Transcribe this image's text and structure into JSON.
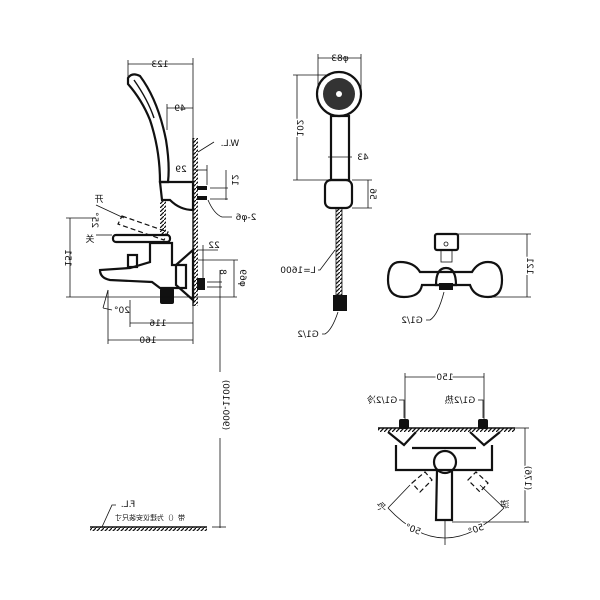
{
  "side_view": {
    "dim_overall_width": "123",
    "dim_head_offset": "49",
    "water_level": "W.L.",
    "dim_holder": "29",
    "dim_pin_spacing": "12",
    "pins": "2-φ6",
    "open_label": "开",
    "handle_angle": "25°",
    "close_label": "关",
    "dim_handle_height": "22",
    "dim_total_height": "151",
    "dim_small": "8",
    "dim_plate": "φ69",
    "spout_angle": "20°",
    "dim_spout_116": "116",
    "dim_spout_160": "160",
    "install_height": "(900-1100)",
    "floor_level": "F.L.",
    "note": "带（）为建议安装尺寸"
  },
  "handshower_view": {
    "head_diameter": "φ83",
    "dim_length": "102",
    "dim_handle_width": "43",
    "dim_holder": "56",
    "hose_length": "L=1600",
    "thread": "G1/2"
  },
  "front_view": {
    "dim_height": "121",
    "outlet_thread": "G1/2"
  },
  "bottom_view": {
    "dim_centers": "150",
    "cold_inlet": "G1/2冷",
    "hot_inlet": "G1/2热",
    "dim_depth": "(176)",
    "cold_label": "冷",
    "hot_label": "热",
    "angle_left": "50°",
    "angle_right": "50°"
  }
}
